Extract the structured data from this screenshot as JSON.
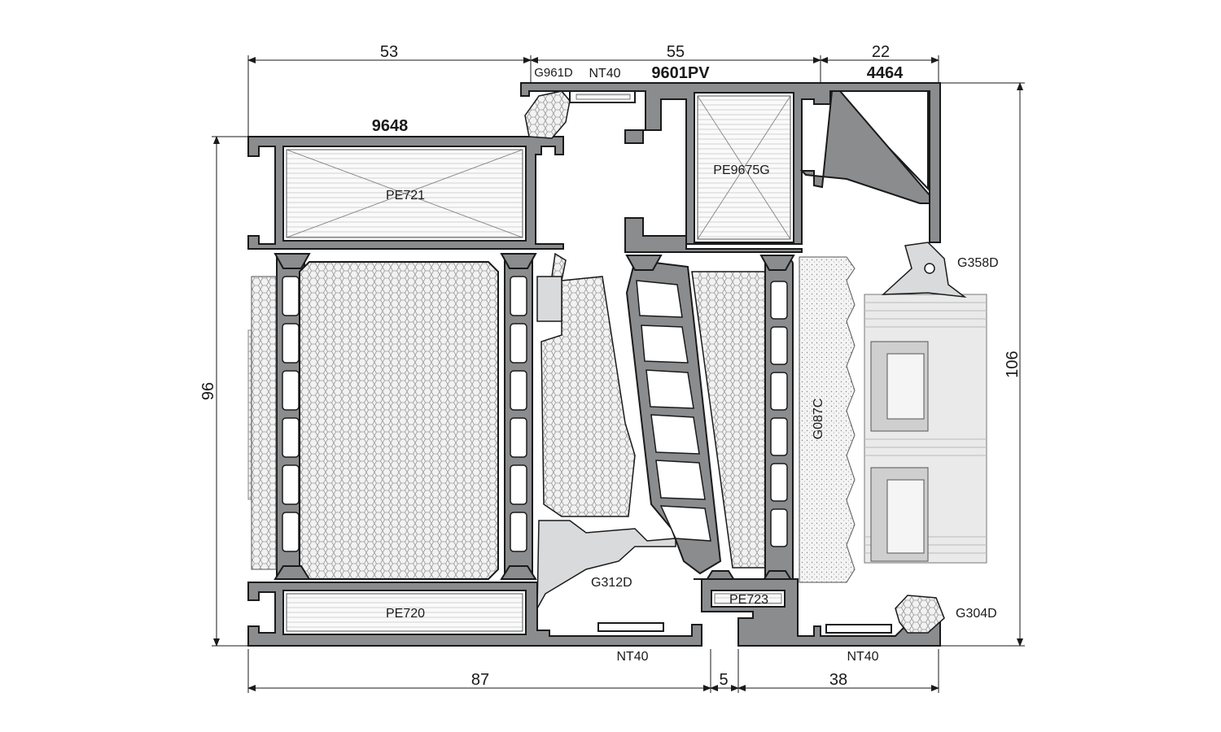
{
  "dimensions": {
    "top_left": "53",
    "top_mid": "55",
    "top_right": "22",
    "bottom_left": "87",
    "bottom_mid": "5",
    "bottom_right": "38",
    "height_left": "96",
    "height_right": "106"
  },
  "profiles": {
    "frame_left": "9648",
    "frame_main": "9601PV",
    "frame_right": "4464"
  },
  "parts": {
    "g961d": "G961D",
    "nt40_top": "NT40",
    "pe9675g": "PE9675G",
    "pe721": "PE721",
    "g358d": "G358D",
    "g087c": "G087C",
    "g312d": "G312D",
    "pe723": "PE723",
    "pe720": "PE720",
    "g304d": "G304D",
    "nt40_bottom_left": "NT40",
    "nt40_bottom_right": "NT40"
  },
  "colors": {
    "profile": "#8a8c8e",
    "line": "#1a1a1a",
    "background": "#ffffff"
  }
}
